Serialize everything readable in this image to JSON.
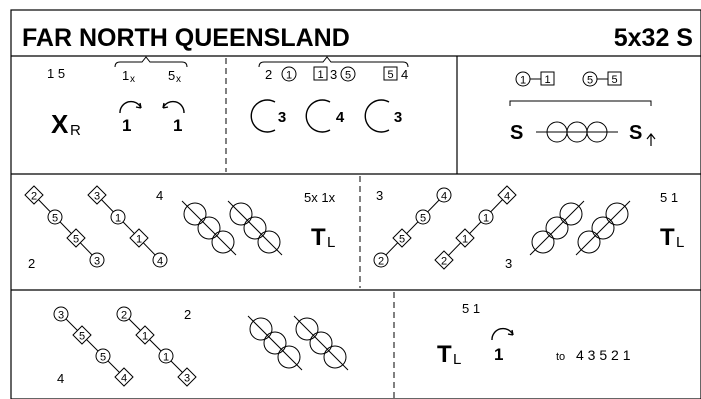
{
  "header": {
    "title": "FAR NORTH QUEENSLAND",
    "code": "5x32 S"
  },
  "bar1": {
    "a_left": "1 5",
    "a_mid": "1",
    "a_mid_sub": "x",
    "a_right": "5",
    "a_right_sub": "x",
    "x": "X",
    "x_sub": "R",
    "turn_a": "1",
    "turn_b": "1",
    "b_top_2": "2",
    "b_top_1c": "1",
    "b_top_1s": "1",
    "b_top_3": "3",
    "b_top_5c": "5",
    "b_top_5s": "5",
    "b_top_4": "4",
    "b_circle_1": "3",
    "b_circle_2": "4",
    "b_circle_3": "3",
    "c_1c": "1",
    "c_1s": "1",
    "c_5c": "5",
    "c_5s": "5",
    "s_left": "S",
    "s_right": "S"
  },
  "bar2": {
    "left": {
      "d2": "2",
      "c5": "5",
      "d5": "5",
      "c3": "3",
      "d3": "3",
      "c1": "1",
      "d1": "1",
      "c4": "4",
      "top_num": "4",
      "bot_num": "2",
      "nums": "5x 1x",
      "t": "T",
      "t_sub": "L"
    },
    "right": {
      "top_num": "3",
      "c4": "4",
      "d4": "4",
      "c5": "5",
      "d5": "5",
      "c2": "2",
      "c1": "1",
      "d1": "1",
      "d2": "2",
      "bot_num": "3",
      "nums": "5 1",
      "t": "T",
      "t_sub": "L"
    }
  },
  "bar3": {
    "left": {
      "c3": "3",
      "d5": "5",
      "c5": "5",
      "d4": "4",
      "c2": "2",
      "d1": "1",
      "c1": "1",
      "d3": "3",
      "top_num": "2",
      "bot_num": "4"
    },
    "right": {
      "nums": "5 1",
      "t": "T",
      "t_sub": "L",
      "turn": "1",
      "to": "to",
      "seq": "4 3 5 2 1"
    }
  }
}
